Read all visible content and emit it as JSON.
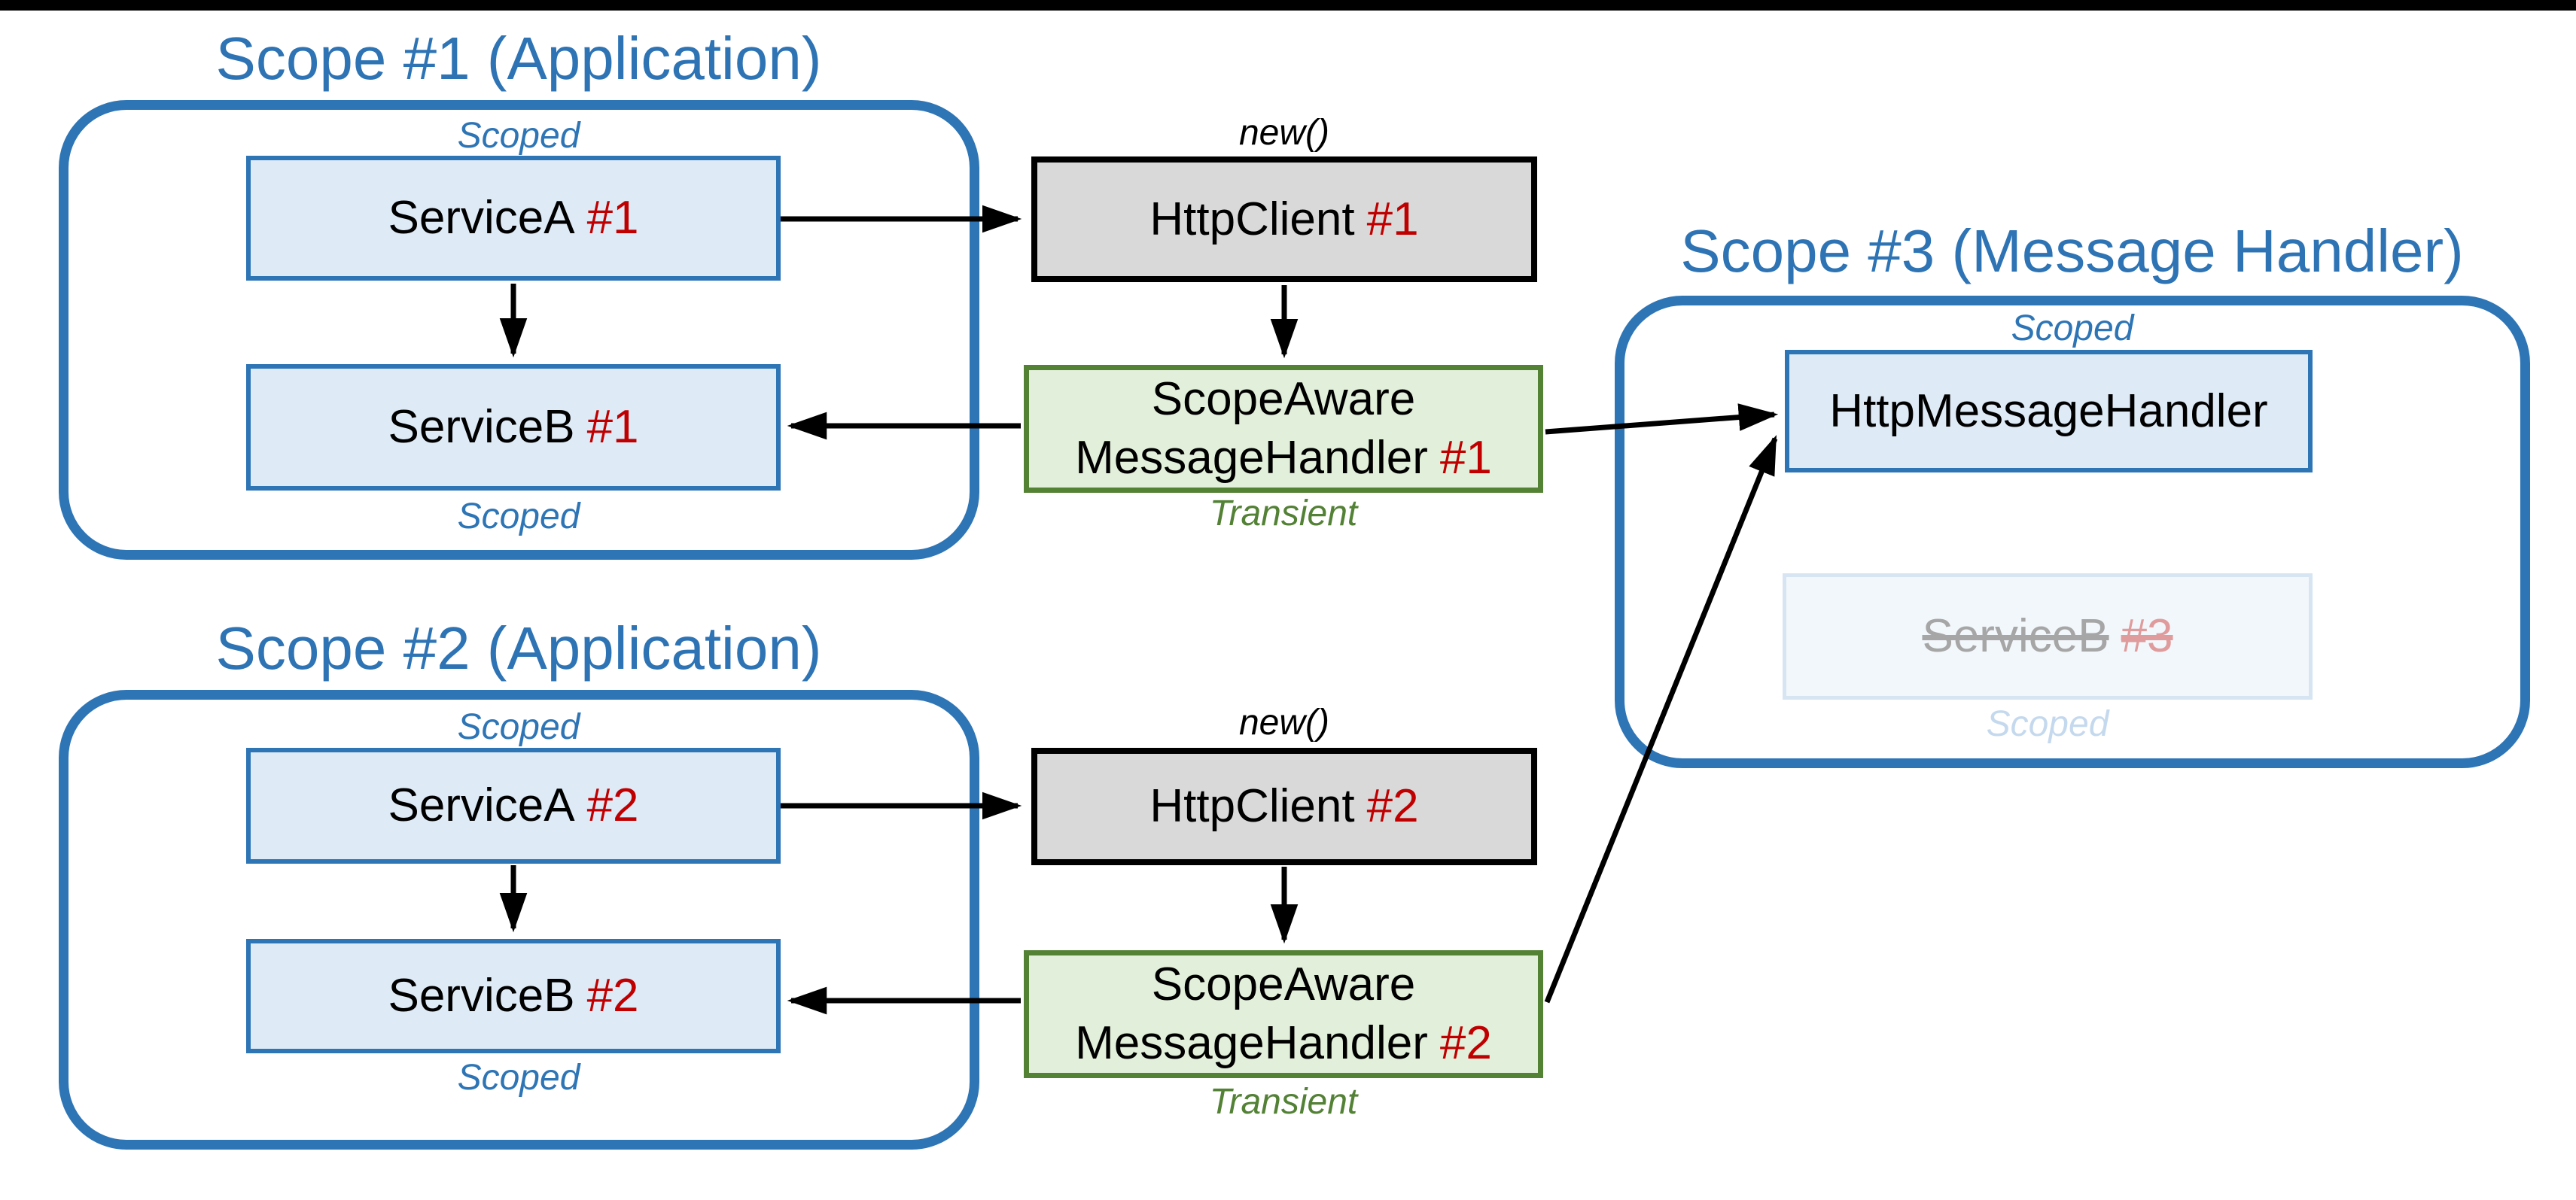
{
  "diagram_title": "HttpClient dependency-injection scopes diagram",
  "colors": {
    "accent_blue": "#2e75b6",
    "title_blue": "#2e74b5",
    "box_fill_blue": "#deeaf6",
    "box_fill_gray": "#d9d9d9",
    "box_fill_green": "#e2efda",
    "green_border": "#548235",
    "green_text": "#538135",
    "red_instance": "#c00000",
    "faded_gray_text": "#a6a6a6",
    "faded_red_text": "#e09c9c",
    "faded_blue_text": "#c5d9ee",
    "arrow_black": "#000000"
  },
  "scope1": {
    "title": "Scope #1 (Application)",
    "scoped_top": "Scoped",
    "scoped_bottom": "Scoped"
  },
  "scope2": {
    "title": "Scope #2 (Application)",
    "scoped_top": "Scoped",
    "scoped_bottom": "Scoped"
  },
  "scope3": {
    "title": "Scope #3 (Message Handler)",
    "scoped_top": "Scoped"
  },
  "boxes": {
    "service_a1": {
      "label": "ServiceA",
      "num": "#1"
    },
    "service_b1": {
      "label": "ServiceB",
      "num": "#1"
    },
    "http_client1": {
      "label": "HttpClient",
      "num": "#1",
      "annotation": "new()"
    },
    "scope_aware1": {
      "line1": "ScopeAware",
      "line2": "MessageHandler",
      "num": "#1",
      "annotation": "Transient"
    },
    "http_message_handler": {
      "label": "HttpMessageHandler"
    },
    "service_b3": {
      "label": "ServiceB",
      "num": "#3",
      "scoped_label": "Scoped"
    },
    "service_a2": {
      "label": "ServiceA",
      "num": "#2"
    },
    "service_b2": {
      "label": "ServiceB",
      "num": "#2"
    },
    "http_client2": {
      "label": "HttpClient",
      "num": "#2",
      "annotation": "new()"
    },
    "scope_aware2": {
      "line1": "ScopeAware",
      "line2": "MessageHandler",
      "num": "#2",
      "annotation": "Transient"
    }
  }
}
